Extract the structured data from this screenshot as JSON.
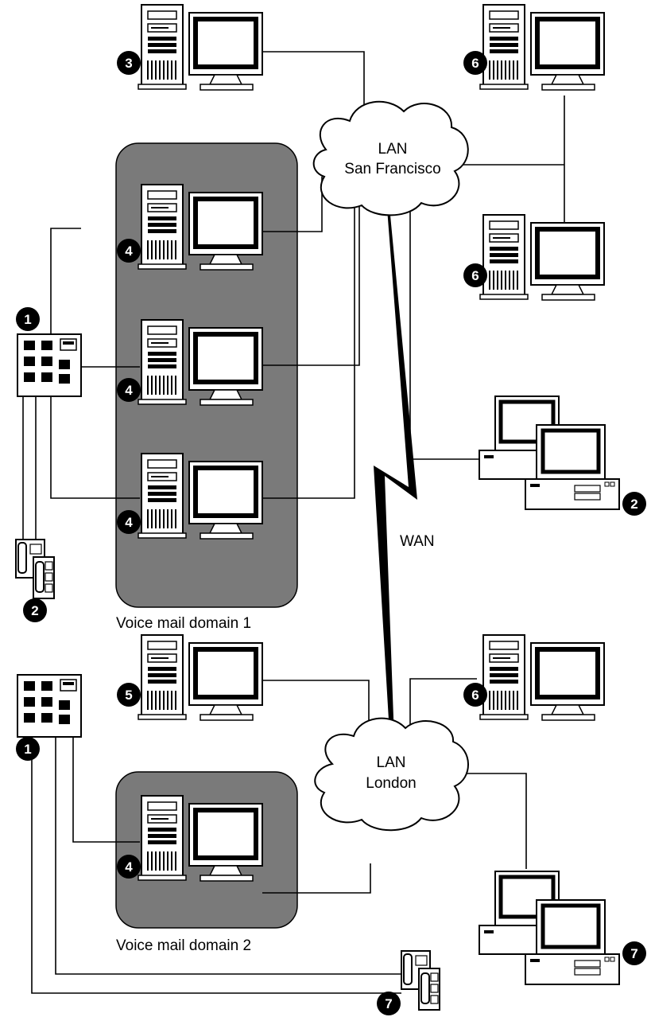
{
  "lan_sf": {
    "line1": "LAN",
    "line2": "San Francisco"
  },
  "lan_london": {
    "line1": "LAN",
    "line2": "London"
  },
  "wan_label": "WAN",
  "domain1_label": "Voice mail domain 1",
  "domain2_label": "Voice mail domain 2",
  "badges": {
    "b1_top": "1",
    "b2_phone_top": "2",
    "b3": "3",
    "b4_a": "4",
    "b4_b": "4",
    "b4_c": "4",
    "b6_a": "6",
    "b6_b": "6",
    "b2_desktop": "2",
    "b5": "5",
    "b6_c": "6",
    "b1_bottom": "1",
    "b4_d": "4",
    "b7_desktop": "7",
    "b7_phone": "7"
  },
  "colors": {
    "domain_fill": "#7a7a7a",
    "line": "#000000",
    "background": "#ffffff"
  }
}
